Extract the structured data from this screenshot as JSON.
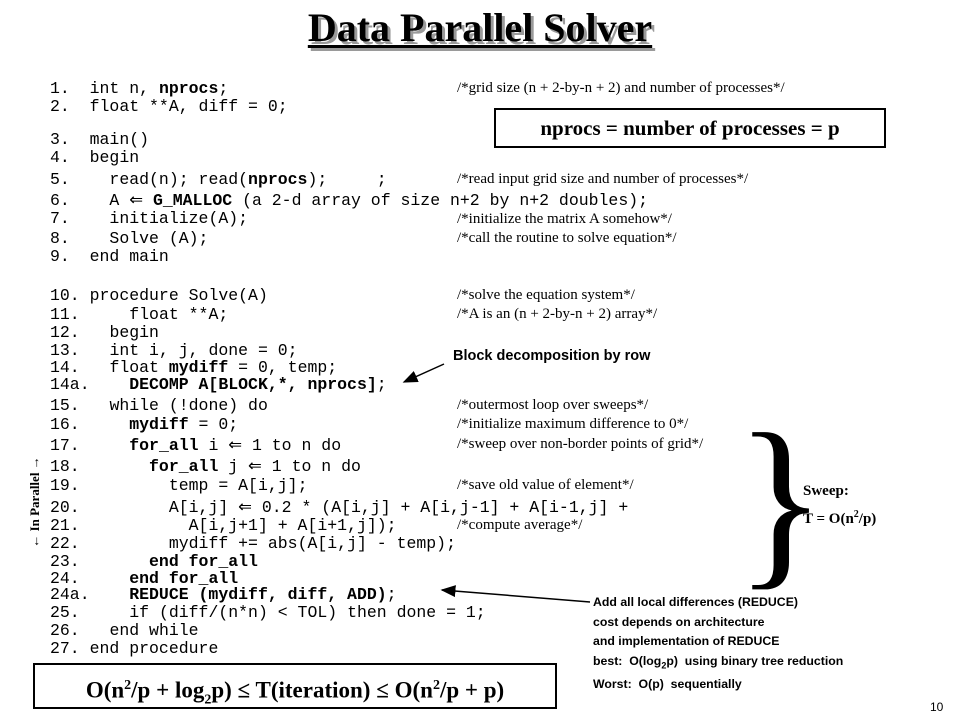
{
  "title": "Data Parallel Solver",
  "code_lines": [
    {
      "num": "1.",
      "code": "int n, ",
      "bold": "nprocs",
      "rest": ";"
    },
    {
      "num": "2.",
      "code": "float **A, diff = 0;"
    },
    {
      "num": "3.",
      "code": "main()"
    },
    {
      "num": "4.",
      "code": "begin"
    },
    {
      "num": "5.",
      "code": "read(n); read(",
      "bold": "nprocs",
      "rest": ");     ;"
    },
    {
      "num": "6.",
      "code": "A ⇐ ",
      "bold": "G_MALLOC",
      "rest": " (a 2-d array of size n+2 by n+2 doubles);"
    },
    {
      "num": "7.",
      "code": "initialize(A);"
    },
    {
      "num": "8.",
      "code": "Solve (A);"
    },
    {
      "num": "9.",
      "code": "end main"
    },
    {
      "num": "10.",
      "code": "procedure Solve(A)"
    },
    {
      "num": "11.",
      "code": "float **A;"
    },
    {
      "num": "12.",
      "code": "begin"
    },
    {
      "num": "13.",
      "code": "int i, j, done = 0;"
    },
    {
      "num": "14.",
      "code": "float ",
      "bold": "mydiff",
      "rest": " = 0, temp;"
    },
    {
      "num": "14a.",
      "code": "",
      "bold": "DECOMP A[BLOCK,*, nprocs]",
      "rest": ";"
    },
    {
      "num": "15.",
      "code": "while (!done) do"
    },
    {
      "num": "16.",
      "code": "",
      "bold": "mydiff",
      "rest": " = 0;"
    },
    {
      "num": "17.",
      "code": "",
      "bold": "for_all",
      "rest": " i ⇐ 1 to n do"
    },
    {
      "num": "18.",
      "code": "",
      "bold": "for_all",
      "rest": " j ⇐ 1 to n do"
    },
    {
      "num": "19.",
      "code": "temp = A[i,j];"
    },
    {
      "num": "20.",
      "code": "A[i,j] ⇐ 0.2 * (A[i,j] + A[i,j-1] + A[i-1,j] +"
    },
    {
      "num": "21.",
      "code": "A[i,j+1] + A[i+1,j]);"
    },
    {
      "num": "22.",
      "code": "mydiff += abs(A[i,j] - temp);"
    },
    {
      "num": "23.",
      "code": "",
      "bold": "end for_all"
    },
    {
      "num": "24.",
      "code": "",
      "bold": "end for_all"
    },
    {
      "num": "24a.",
      "code": "",
      "bold": "REDUCE (mydiff, diff, ADD)",
      "rest": ";"
    },
    {
      "num": "25.",
      "code": "if (diff/(n*n) < TOL) then done = 1;"
    },
    {
      "num": "26.",
      "code": "end while"
    },
    {
      "num": "27.",
      "code": "end procedure"
    }
  ],
  "comments": [
    "/*grid size (n + 2-by-n + 2) and number of processes*/",
    "/*read input grid size and number of processes*/",
    "/*initialize the matrix A somehow*/",
    "/*call the routine to solve equation*/",
    "/*solve the equation system*/",
    "/*A is an (n + 2-by-n + 2) array*/",
    "/*outermost loop over sweeps*/",
    "/*initialize maximum difference to 0*/",
    "/*sweep over non-border points of grid*/",
    "/*save old value of element*/",
    "/*compute average*/"
  ],
  "callouts": {
    "nprocs_box": "nprocs = number of processes = p",
    "block_decomp": "Block decomposition by row",
    "sweep_label": "Sweep:",
    "sweep_cost_prefix": "T = O(n",
    "sweep_cost_sup": "2",
    "sweep_cost_suffix": "/p)",
    "in_parallel": "← In Parallel →",
    "reduce_lines": [
      "Add all local differences (REDUCE)",
      "cost depends on architecture",
      "and implementation of REDUCE"
    ],
    "reduce_best_prefix": "best:  O(log",
    "reduce_best_sub": "2",
    "reduce_best_suffix": "p)  using binary tree reduction",
    "reduce_worst": "Worst:  O(p)  sequentially",
    "iteration_bound": {
      "a": "O(n",
      "a_sup": "2",
      "b": "/p + log",
      "b_sub": "2",
      "c": "p)  ≤  T(iteration)  ≤  O(n",
      "c_sup": "2",
      "d": "/p + p)"
    }
  },
  "page_number": "10"
}
